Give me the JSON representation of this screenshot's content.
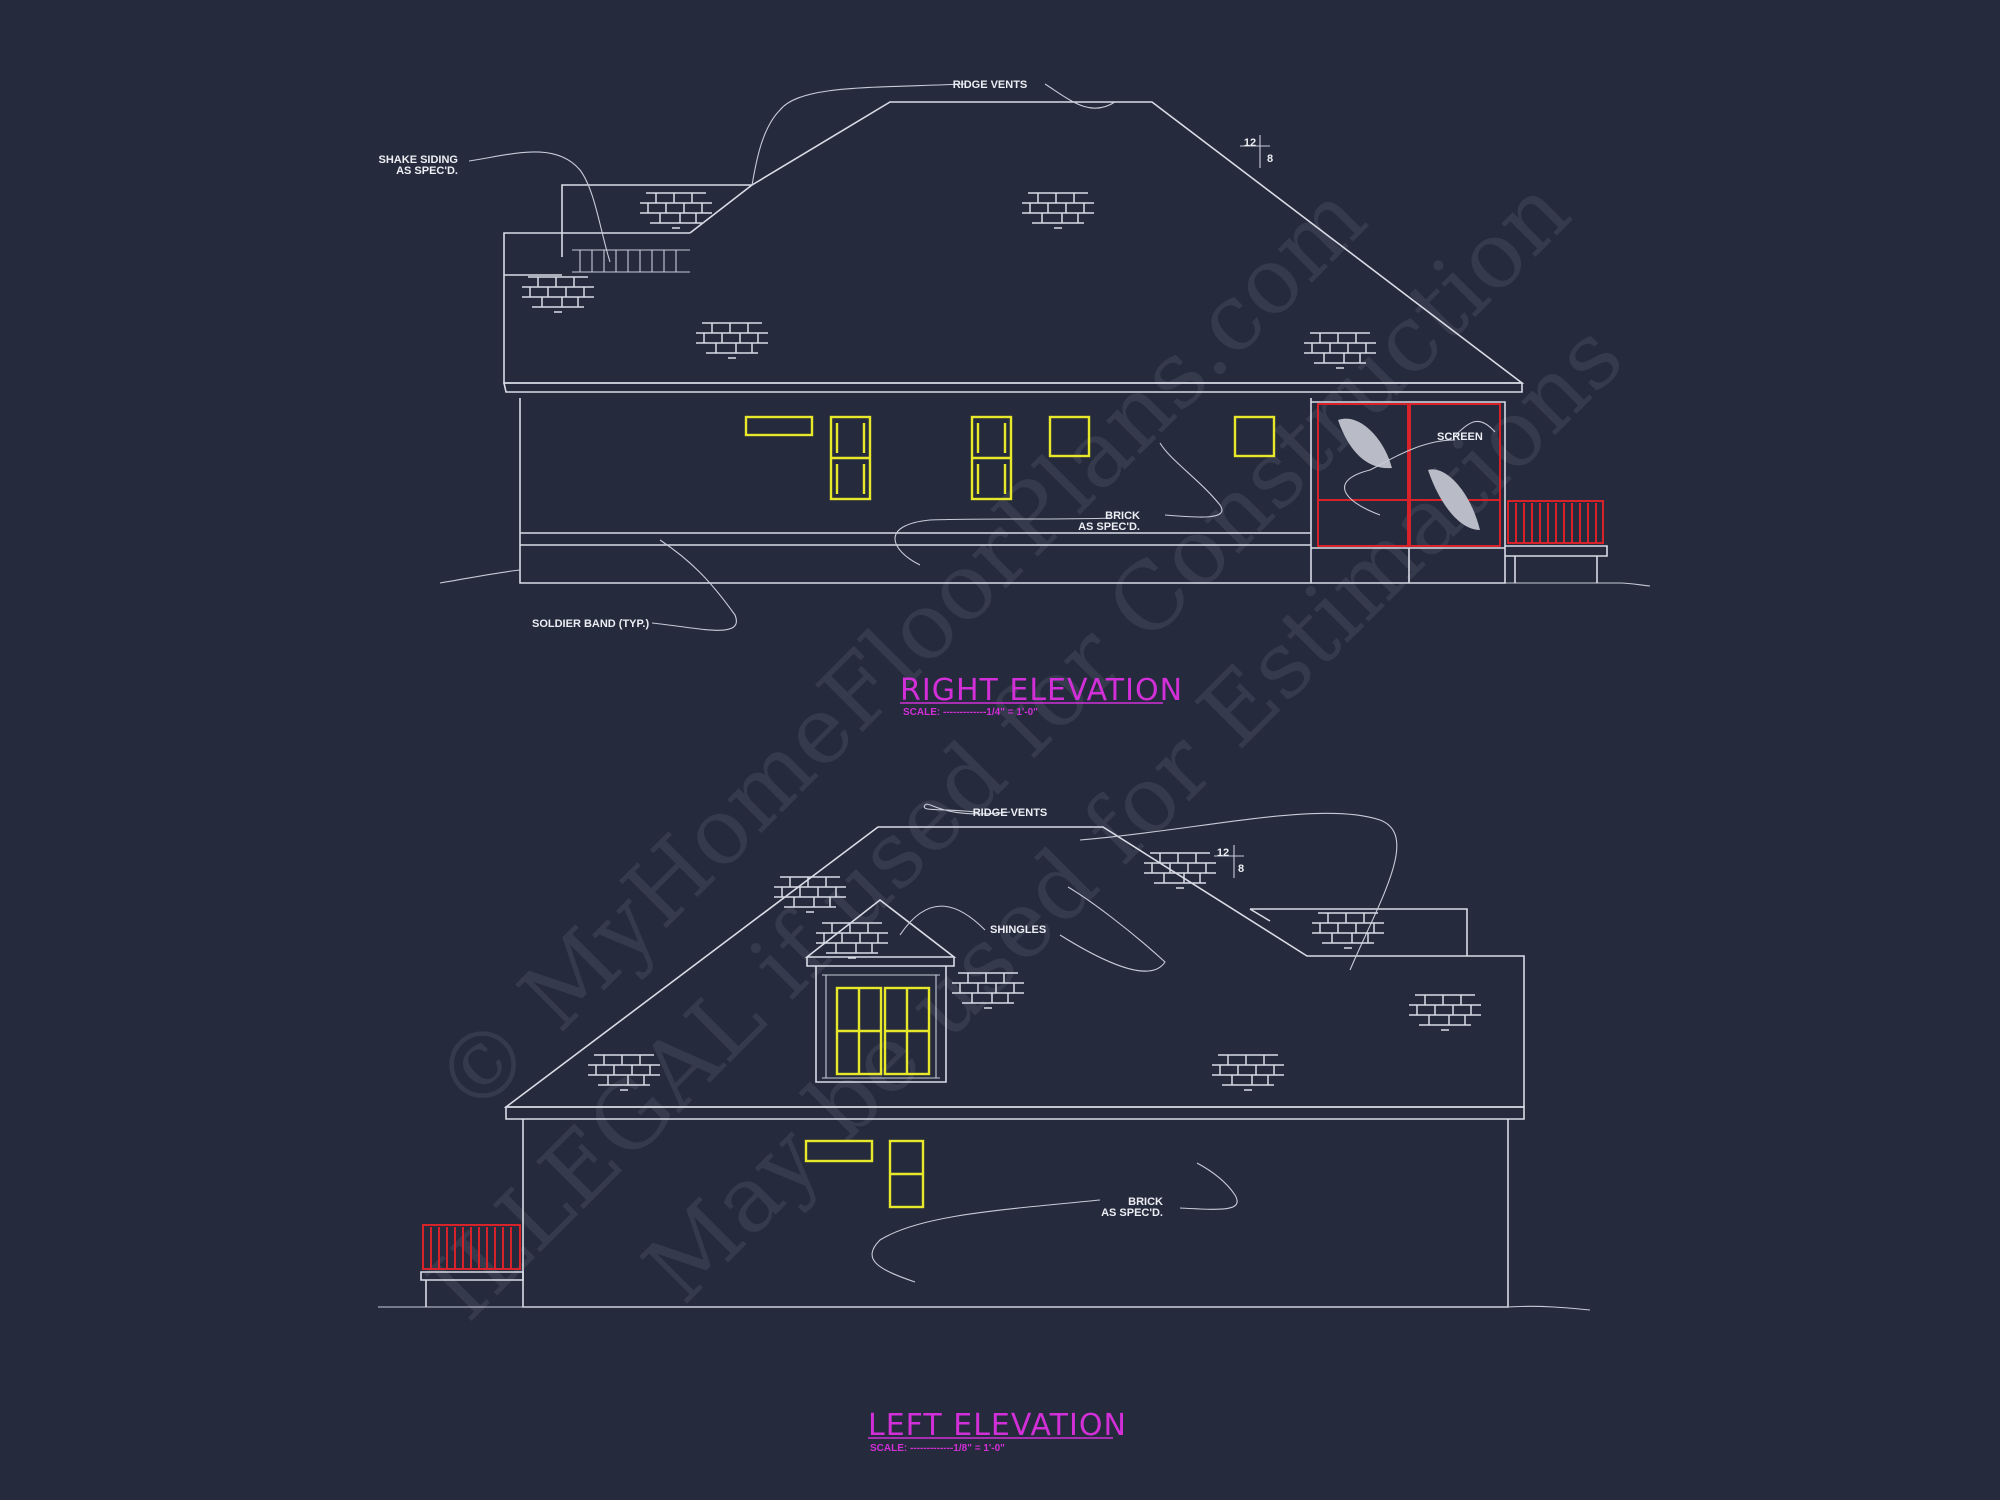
{
  "right_elevation": {
    "title": "RIGHT ELEVATION",
    "scale": "SCALE: -------------1/4\" = 1'-0\"",
    "labels": {
      "ridge_vents": "RIDGE VENTS",
      "shake_siding_1": "SHAKE SIDING",
      "shake_siding_2": "AS SPEC'D.",
      "pitch_rise": "12",
      "pitch_run": "8",
      "screen": "SCREEN",
      "brick_1": "BRICK",
      "brick_2": "AS SPEC'D.",
      "soldier_band": "SOLDIER BAND (TYP.)"
    }
  },
  "left_elevation": {
    "title": "LEFT ELEVATION",
    "scale": "SCALE: -------------1/8\" = 1'-0\"",
    "labels": {
      "ridge_vents": "RIDGE VENTS",
      "shingles": "SHINGLES",
      "pitch_rise": "12",
      "pitch_run": "8",
      "brick_1": "BRICK",
      "brick_2": "AS SPEC'D."
    }
  },
  "watermark": {
    "line1": "© MyHomeFloorPlans.com",
    "line2": "ILLEGAL if used for Construction",
    "line3": "May be used for Estimations"
  },
  "colors": {
    "background": "#252a3c",
    "linework": "#d9dce6",
    "windows": "#e8e82a",
    "railing": "#d8222a",
    "titles": "#d22fd8"
  }
}
